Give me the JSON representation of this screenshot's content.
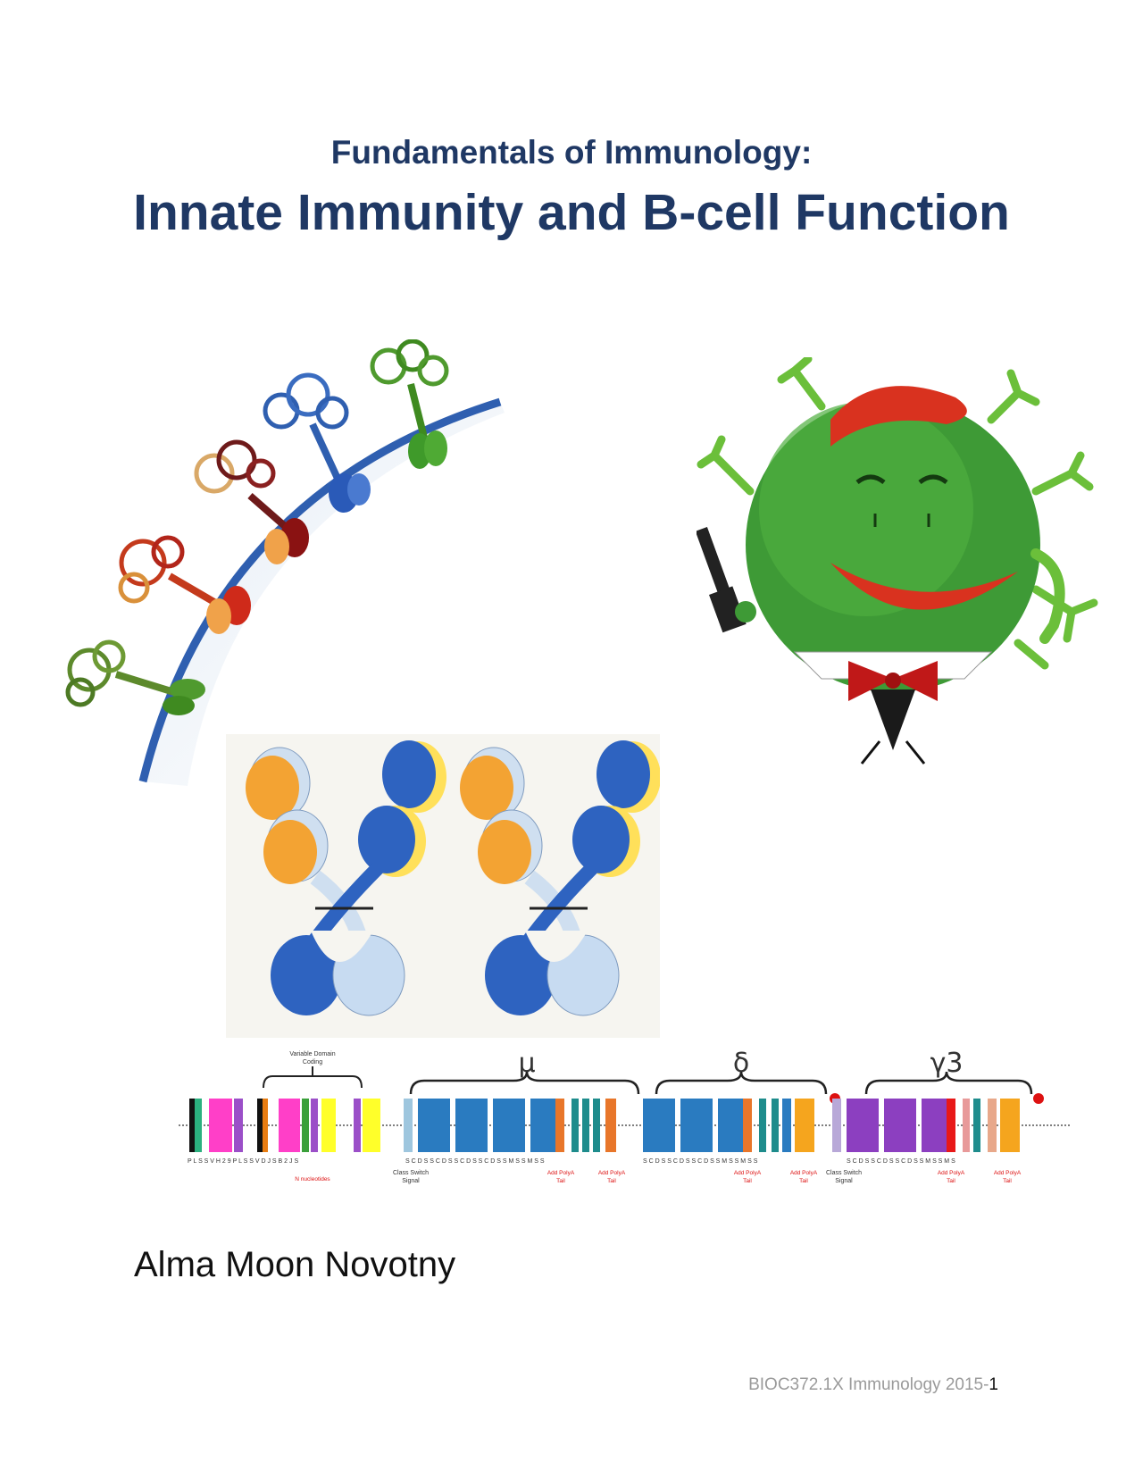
{
  "header": {
    "subtitle": "Fundamentals of Immunology:",
    "title": "Innate Immunity and B-cell Function"
  },
  "gene_map": {
    "variable_label_line1": "Variable Domain",
    "variable_label_line2": "Coding",
    "greek_mu": "μ",
    "greek_delta": "δ",
    "greek_gamma3": "γ3",
    "n_nucleotides": "N nucleotides",
    "class_switch_1": "Class Switch",
    "signal_1": "Signal",
    "class_switch_2": "Class Switch",
    "signal_2": "Signal",
    "polya": "Add PolyA",
    "tail": "Tail",
    "segments_left": "P L S   S   V   H 2 9   P L S   S   V       D   J S     B 2   J S",
    "segments_mu": "S   C D S   S   C D S   S   C D S   S   C D S   S M S S M S S",
    "segments_delta": "S   C D S   S   C D S   S   C D S   S M S S M S S",
    "segments_gamma": "S   C D S   S   C D S   S   C D S   S M S S M S"
  },
  "author": "Alma Moon Novotny",
  "footer": {
    "course": "BIOC372.1X Immunology 2015-",
    "page": "1"
  },
  "colors": {
    "title": "#1f3864",
    "footer": "#9a9a9a"
  }
}
